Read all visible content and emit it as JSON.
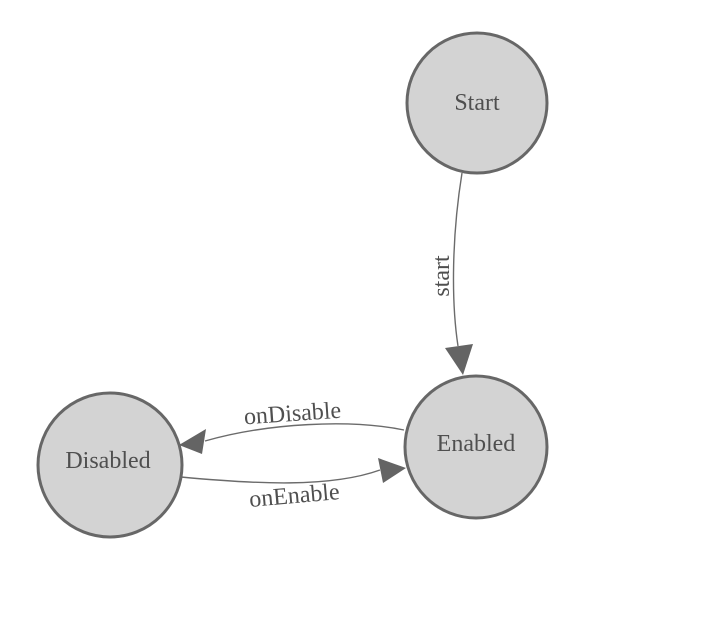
{
  "colors": {
    "background": "#ffffff",
    "node_fill": "#d3d3d3",
    "node_stroke": "#676767",
    "edge_stroke": "#6b6b6b",
    "arrow_fill": "#646464",
    "label_color": "#4f4f4f"
  },
  "diagram": {
    "type": "state-machine",
    "nodes": [
      {
        "id": "start",
        "label": "Start"
      },
      {
        "id": "enabled",
        "label": "Enabled"
      },
      {
        "id": "disabled",
        "label": "Disabled"
      }
    ],
    "edges": [
      {
        "from": "start",
        "to": "enabled",
        "label": "start"
      },
      {
        "from": "enabled",
        "to": "disabled",
        "label": "onDisable"
      },
      {
        "from": "disabled",
        "to": "enabled",
        "label": "onEnable"
      }
    ]
  }
}
